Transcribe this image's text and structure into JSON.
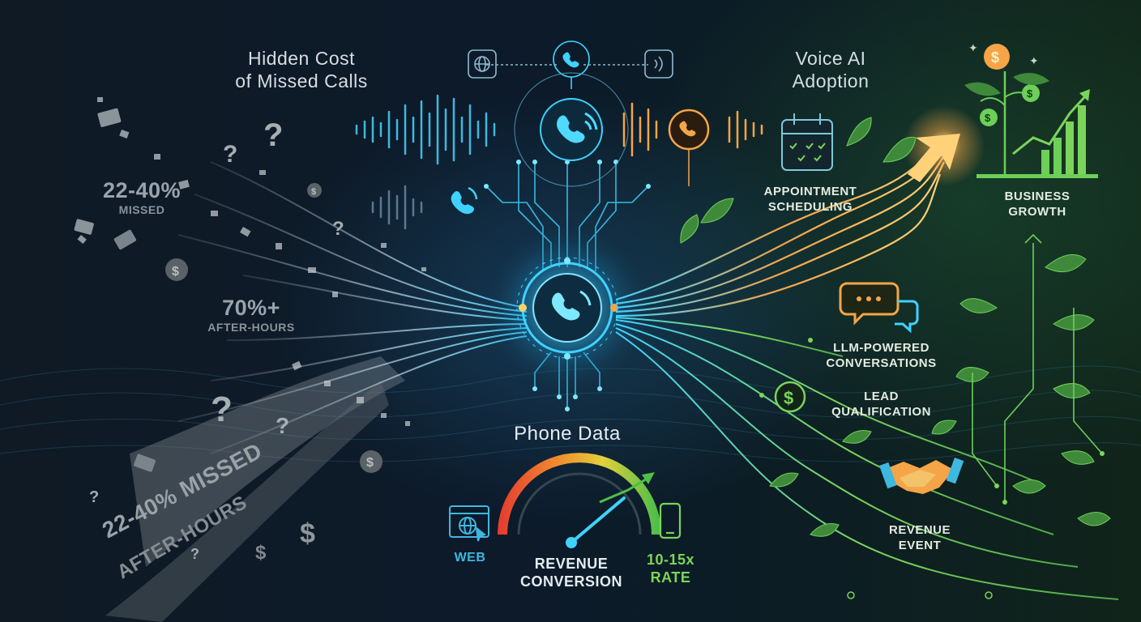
{
  "titles": {
    "left": [
      "Hidden Cost",
      "of Missed Calls"
    ],
    "right": [
      "Voice AI",
      "Adoption"
    ],
    "center": "Phone Data"
  },
  "left_stats": {
    "missed_pct": "22-40%",
    "missed_word": "MISSED",
    "after_pct": "70%+",
    "after_word": "AFTER-HOURS",
    "ribbon_missed": "22-40% MISSED",
    "ribbon_after": "AFTER-HOURS"
  },
  "features": {
    "appointment": [
      "APPOINTMENT",
      "SCHEDULING"
    ],
    "business": [
      "BUSINESS",
      "GROWTH"
    ],
    "llm": [
      "LLM-POWERED",
      "CONVERSATIONS"
    ],
    "lead": [
      "LEAD",
      "QUALIFICATION"
    ],
    "revenue_event": [
      "REVENUE",
      "EVENT"
    ]
  },
  "bottom": {
    "web": "WEB",
    "revenue_conversion": [
      "REVENUE",
      "CONVERSION"
    ],
    "rate": [
      "10-15x",
      "RATE"
    ]
  },
  "colors": {
    "cyan": "#3fd2ff",
    "orange": "#f5a547",
    "green": "#7bd45a",
    "gray": "#9aa3ab"
  },
  "icons": [
    "globe-icon",
    "phone-icon",
    "sound-icon",
    "calendar-icon",
    "dollar-icon",
    "chat-icon",
    "handshake-icon",
    "web-icon",
    "gauge-icon",
    "mobile-icon",
    "question-icon",
    "money-icon"
  ]
}
